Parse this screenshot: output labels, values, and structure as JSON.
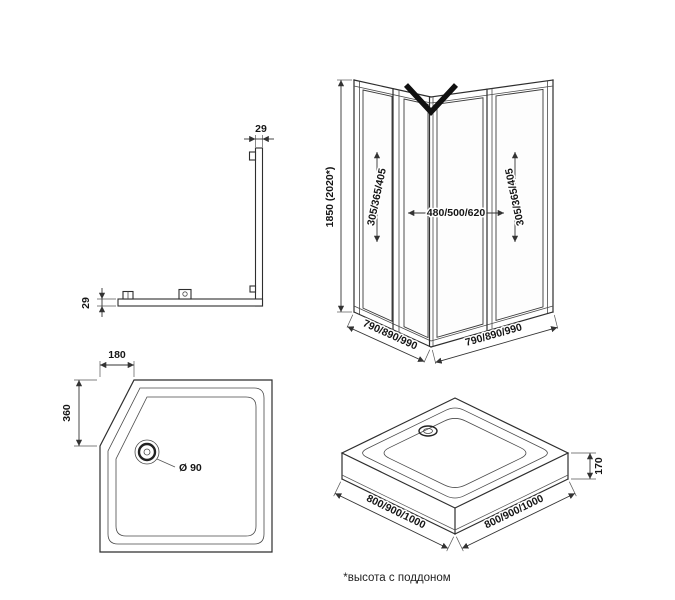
{
  "sheet": {
    "footnote": "*высота с поддоном"
  },
  "profile_view": {
    "profile_width": "29",
    "rail_height": "29"
  },
  "enclosure_view": {
    "height": "1850 (2020*)",
    "left_panel": "305/365/405",
    "opening": "480/500/620",
    "right_panel": "305/365/405",
    "base_left": "790/890/990",
    "base_right": "790/890/990"
  },
  "tray_top_view": {
    "chamfer_width": "180",
    "chamfer_height": "360",
    "drain": "Ø 90"
  },
  "tray_iso_view": {
    "height": "170",
    "side_left": "800/900/1000",
    "side_right": "800/900/1000"
  }
}
